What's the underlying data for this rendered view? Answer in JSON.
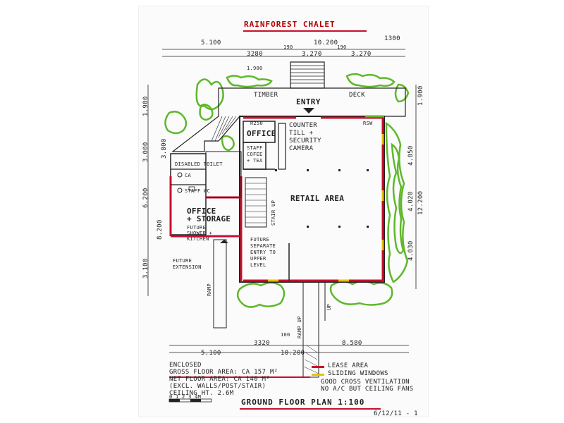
{
  "title": "RAINFOREST CHALET",
  "footer_title": "GROUND FLOOR PLAN 1:100",
  "date": "6/12/11 - 1",
  "dims_top": {
    "left_total": "5.100",
    "right_total": "10.200",
    "corner": "1300",
    "seg1": "3280",
    "seg2": "3.270",
    "seg3": "3.270",
    "gap1": "190",
    "gap2": "190",
    "small": "1.900"
  },
  "dims_left": {
    "d1": "1.900",
    "d2": "3.000",
    "d3": "3.800",
    "d4": "6.200",
    "d5": "8.200",
    "d6": "3.100"
  },
  "dims_right": {
    "d1": "1.900",
    "d2": "4.050",
    "d3": "4.020",
    "d4": "12.200",
    "d5": "4.030"
  },
  "dims_bottom": {
    "left_total": "5.100",
    "right_total": "10.200",
    "seg1": "3320",
    "seg2": "8.580",
    "gap": "100"
  },
  "labels": {
    "timber": "TIMBER",
    "deck": "DECK",
    "entry": "ENTRY",
    "office": "OFFICE",
    "staff": "STAFF",
    "coffee": "COFEE",
    "tea": "+ TEA",
    "counter": "COUNTER",
    "till": "TILL +",
    "security": "SECURITY",
    "camera": "CAMERA",
    "disabled_toilet": "DISABLED TOILET",
    "ca": "CA",
    "staff_wc": "STAFF WC",
    "office_storage_1": "OFFICE",
    "office_storage_2": "+ STORAGE",
    "future_shower_1": "FUTURE",
    "future_shower_2": "SHOWER +",
    "future_shower_3": "KITCHEN",
    "retail": "RETAIL AREA",
    "stair_up": "STAIR UP",
    "future_sep_1": "FUTURE",
    "future_sep_2": "SEPARATE",
    "future_sep_3": "ENTRY TO",
    "future_sep_4": "UPPER",
    "future_sep_5": "LEVEL",
    "future_ext_1": "FUTURE",
    "future_ext_2": "EXTENSION",
    "ramp_left": "RAMP",
    "ramp_right": "RAMP UP",
    "up": "UP",
    "r250": "R250",
    "rsw": "RSW",
    "scale": "0 1 2 3 4M"
  },
  "notes": {
    "line1": "ENCLOSED",
    "line2": "GROSS FLOOR AREA: CA 157 M²",
    "line3": "NET FLOOR AREA:   CA 140 M²",
    "line4": "(EXCL. WALLS/POST/STAIR)",
    "line5": "CEILING HT. 2.6M"
  },
  "legend": {
    "lease": "LEASE AREA",
    "window": "SLIDING WINDOWS",
    "vent1": "GOOD CROSS VENTILATION",
    "vent2": "NO A/C BUT CEILING FANS"
  },
  "colors": {
    "wall": "#c8102e",
    "plant": "#5fb82a",
    "ink": "#222222",
    "window": "#e8c000"
  }
}
